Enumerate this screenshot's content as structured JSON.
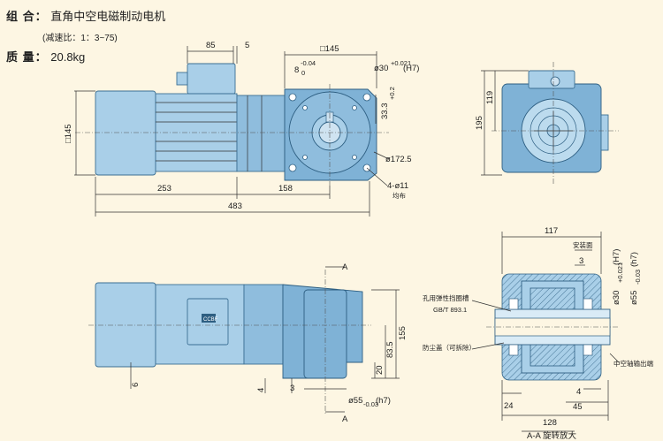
{
  "header": {
    "combo_label": "组 合：",
    "combo_value": "直角中空电磁制动电机",
    "ratio_note": "(减速比：1：3~75)",
    "mass_label": "质 量：",
    "mass_value": "20.8kg"
  },
  "top_view": {
    "dim_85": "85",
    "dim_5": "5",
    "dim_sq145": "□145",
    "dim_8": "8",
    "dim_8_tol": "0",
    "dim_8_tol_up": "-0.04",
    "dim_30": "ø30",
    "dim_30_tol": "+0.021",
    "dim_30_fit": "(H7)",
    "dim_33": "33.3",
    "dim_33_tol": "+0.2",
    "dim_left_sq145": "□145",
    "dim_172": "ø172.5",
    "dim_holes": "4-ø11",
    "dim_holes_note": "均布",
    "dim_253": "253",
    "dim_158": "158",
    "dim_483": "483"
  },
  "side_view": {
    "dim_119": "119",
    "dim_195": "195"
  },
  "front_view": {
    "section_a": "A",
    "dim_6": "6",
    "dim_4": "4",
    "dim_3": "3",
    "dim_20": "20",
    "dim_83": "83.5",
    "dim_155": "155",
    "dim_55": "ø55",
    "dim_55_tol": "-0.03",
    "dim_55_fit": "(h7)",
    "brand": "CCBF"
  },
  "section_view": {
    "dim_117": "117",
    "install_face": "安装面",
    "dim_3": "3",
    "circlip": "孔用弹性挡圈槽",
    "std": "GB/T 893.1",
    "dust_cover": "防尘盖（可拆除）",
    "hollow_out": "中空轴输出端",
    "dim_30": "ø30",
    "dim_30_tol": "+0.021",
    "dim_30_fit": "(H7)",
    "dim_55": "ø55",
    "dim_55_tol": "-0.03",
    "dim_55_fit": "(h7)",
    "dim_4": "4",
    "dim_24": "24",
    "dim_45": "45",
    "dim_128": "128",
    "caption": "A-A 旋转放大"
  },
  "colors": {
    "background": "#fdf6e3",
    "motor_blue": "#a9cfe8",
    "gearbox_blue": "#7fb2d6",
    "outline": "#2e5f82"
  }
}
